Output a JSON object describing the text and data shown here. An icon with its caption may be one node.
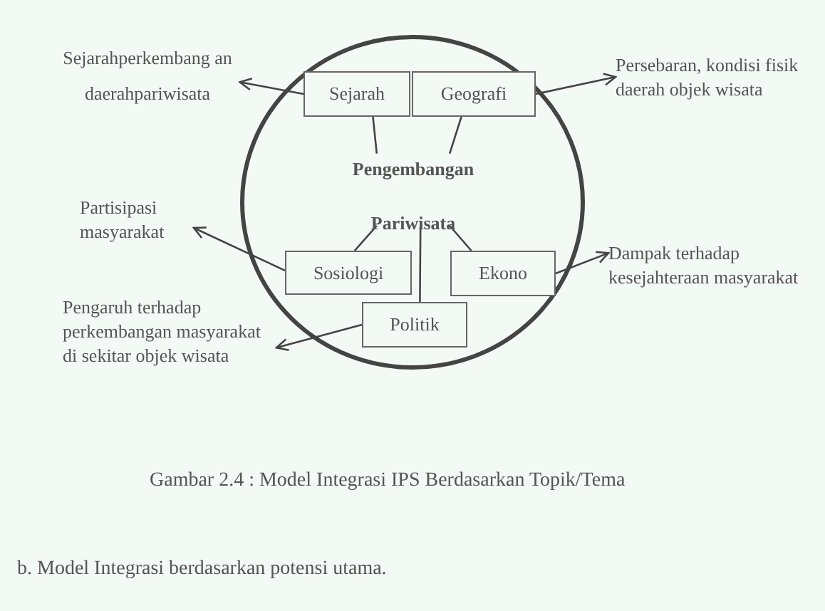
{
  "diagram": {
    "caption": "Gambar 2.4 : Model Integrasi IPS Berdasarkan Topik/Tema",
    "nodes": [
      {
        "text": [],
        "shape": "circle"
      },
      {
        "text": [
          "Pengembangan Pariwisata"
        ],
        "in": 0
      },
      {
        "text": [
          "Sejarah"
        ],
        "in": 0
      },
      {
        "text": [
          "Geografi"
        ],
        "in": 0
      },
      {
        "text": [
          "Sosiologi"
        ],
        "in": 0
      },
      {
        "text": [
          "Ekono"
        ],
        "in": 0
      },
      {
        "text": [
          "Politik"
        ],
        "in": 0
      },
      {
        "text": [
          "Sejarahperkembang an daerahpariwisata"
        ]
      },
      {
        "text": [
          "Persebaran, kondisi fisik daerah objek wisata"
        ]
      },
      {
        "text": [
          "Partisipasi masyarakat"
        ]
      },
      {
        "text": [
          "Dampak terhadap kesejahteraan masyarakat"
        ]
      },
      {
        "text": [
          "Pengaruh terhadap perkembangan masyarakat di sekitar objek wisata"
        ]
      }
    ],
    "edges": [
      {
        "from": 1,
        "to": 2,
        "arrow": "none"
      },
      {
        "from": 1,
        "to": 3,
        "arrow": "none"
      },
      {
        "from": 1,
        "to": 4,
        "arrow": "none"
      },
      {
        "from": 1,
        "to": 5,
        "arrow": "none"
      },
      {
        "from": 1,
        "to": 6,
        "arrow": "none"
      },
      {
        "from": 2,
        "to": 7,
        "arrow": "to"
      },
      {
        "from": 3,
        "to": 8,
        "arrow": "to"
      },
      {
        "from": 4,
        "to": 9,
        "arrow": "to"
      },
      {
        "from": 5,
        "to": 10,
        "arrow": "to"
      },
      {
        "from": 6,
        "to": 11,
        "arrow": "to"
      }
    ],
    "labels": [
      "b. Model Integrasi berdasarkan potensi utama."
    ]
  }
}
